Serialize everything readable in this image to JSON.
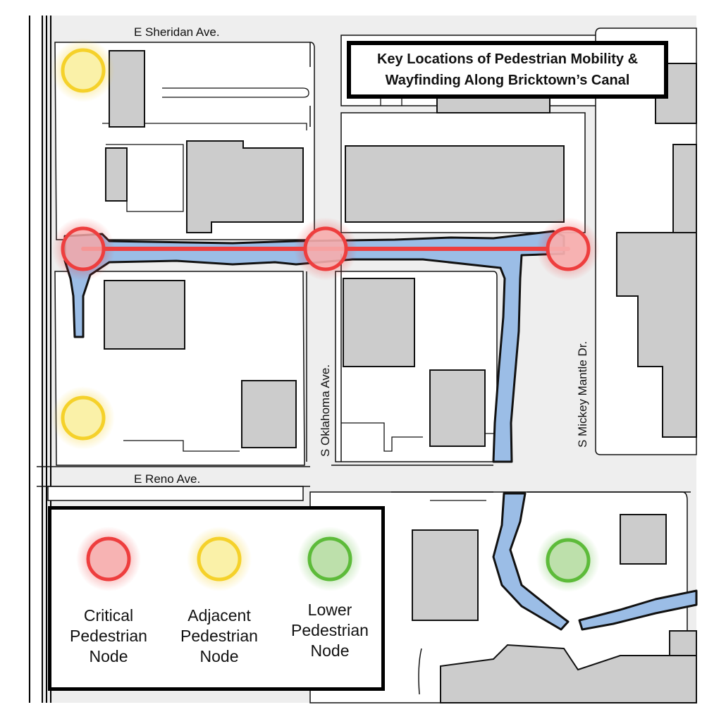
{
  "title": {
    "line1": "Key Locations of Pedestrian Mobility &",
    "line2": "Wayfinding Along Bricktown’s Canal"
  },
  "streets": {
    "sheridan": "E Sheridan Ave.",
    "reno": "E Reno Ave.",
    "oklahoma": "S Oklahoma Ave.",
    "mickey_mantle": "S Mickey Mantle Dr."
  },
  "legend": {
    "critical": {
      "label_lines": [
        "Critical",
        "Pedestrian",
        "Node"
      ],
      "color": "#ee3e3e",
      "fill": "#f7b3b3"
    },
    "adjacent": {
      "label_lines": [
        "Adjacent",
        "Pedestrian",
        "Node"
      ],
      "color": "#f5d12a",
      "fill": "#faf1a8"
    },
    "lower": {
      "label_lines": [
        "Lower",
        "Pedestrian",
        "Node"
      ],
      "color": "#5dbb3a",
      "fill": "#bde0ab"
    }
  },
  "colors": {
    "canal": "#9bbde6",
    "building": "#cccccc",
    "street": "#eeeeee",
    "route": "#ee3e3e"
  }
}
